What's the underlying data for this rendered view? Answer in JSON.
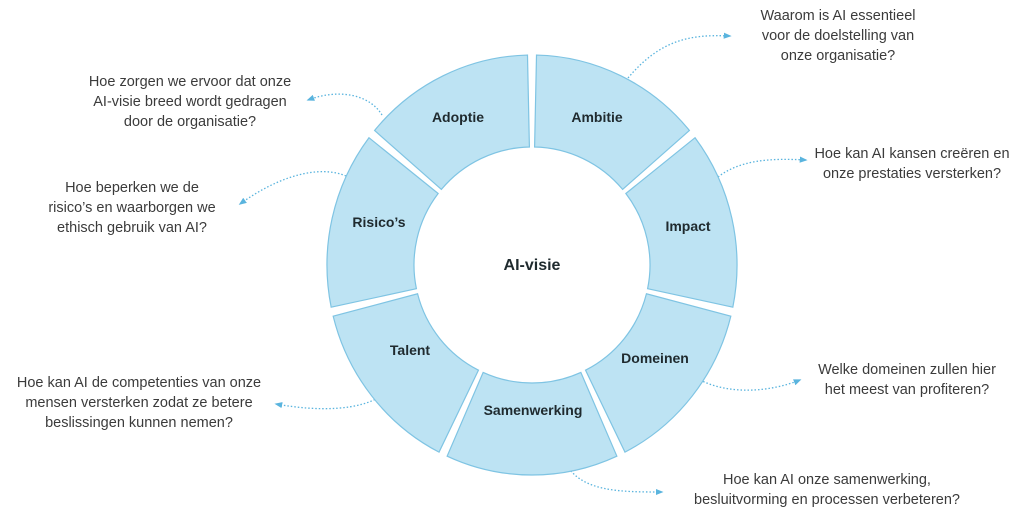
{
  "center": {
    "label": "AI-visie"
  },
  "colors": {
    "segment_fill": "#bde3f3",
    "segment_stroke": "#7fc4e3",
    "connector": "#5ab4de",
    "text": "#3b3b3b"
  },
  "segments": [
    {
      "label": "Ambitie",
      "question": "Waarom is AI essentieel\nvoor de doelstelling van\nonze organisatie?"
    },
    {
      "label": "Impact",
      "question": "Hoe kan AI kansen creëren en\nonze prestaties versterken?"
    },
    {
      "label": "Domeinen",
      "question": "Welke domeinen zullen hier\nhet meest van profiteren?"
    },
    {
      "label": "Samenwerking",
      "question": "Hoe kan AI onze samenwerking,\nbesluitvorming en processen verbeteren?"
    },
    {
      "label": "Talent",
      "question": "Hoe kan AI de competenties van onze\nmensen versterken zodat ze betere\nbeslissingen kunnen nemen?"
    },
    {
      "label": "Risico’s",
      "question": "Hoe beperken we de\nrisico’s en waarborgen we\nethisch gebruik van AI?"
    },
    {
      "label": "Adoptie",
      "question": "Hoe zorgen we ervoor dat onze\nAI-visie breed wordt gedragen\ndoor de organisatie?"
    }
  ]
}
